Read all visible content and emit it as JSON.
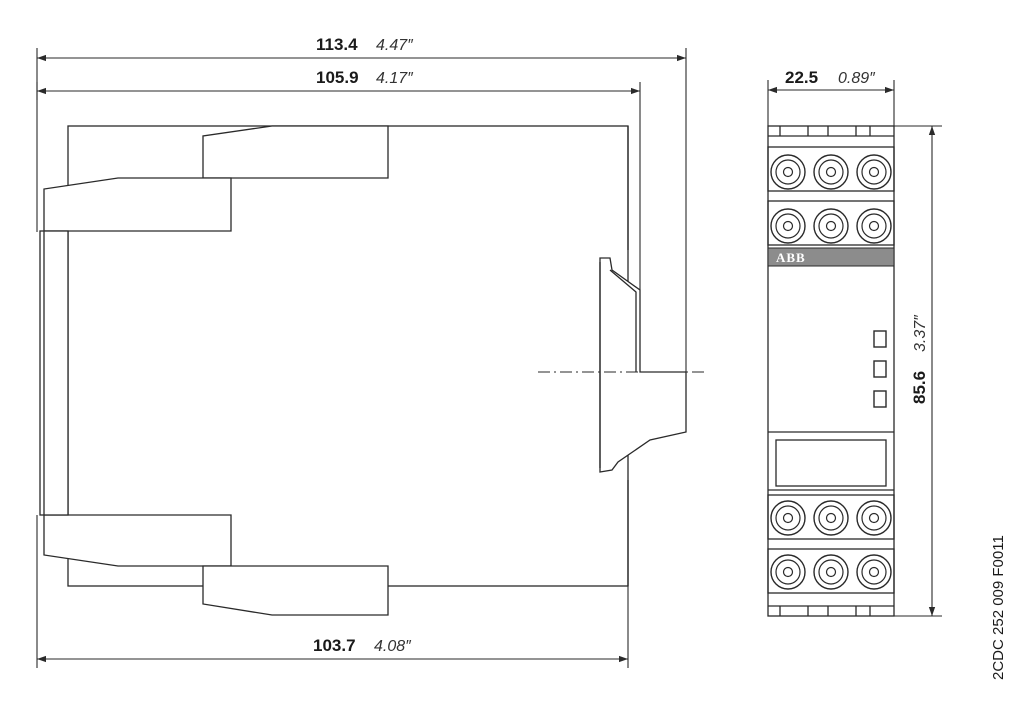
{
  "dimensions": {
    "overall_depth": {
      "mm": "113.4",
      "inch": "4.47″"
    },
    "rail_depth": {
      "mm": "105.9",
      "inch": "4.17″"
    },
    "front_width": {
      "mm": "22.5",
      "inch": "0.89″"
    },
    "front_height": {
      "mm": "85.6",
      "inch": "3.37″"
    },
    "base_depth": {
      "mm": "103.7",
      "inch": "4.08″"
    }
  },
  "front_view": {
    "brand_label": "ABB",
    "brand_band_color": "#8c8c8c",
    "terminal_rows": 4,
    "terminals_per_row": 3,
    "led_count": 3
  },
  "drawing_reference": "2CDC 252 009 F0011",
  "colors": {
    "line": "#2a2a2a",
    "fill": "#ffffff"
  }
}
